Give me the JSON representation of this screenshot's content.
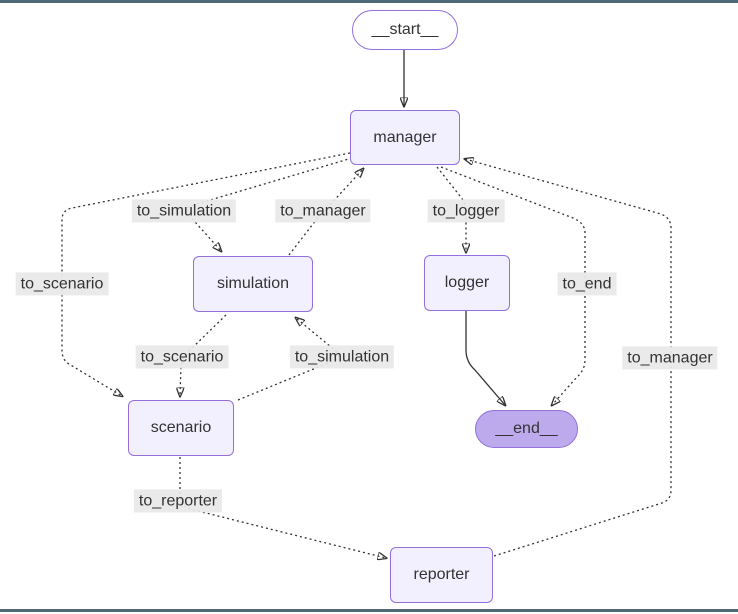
{
  "window": {
    "top_border_color": "#4e6a76",
    "bottom_border_color": "#4e6a76"
  },
  "diagram": {
    "type": "state-graph",
    "nodes": {
      "start": {
        "label": "__start__",
        "shape": "stadium"
      },
      "manager": {
        "label": "manager",
        "shape": "rect"
      },
      "simulation": {
        "label": "simulation",
        "shape": "rect"
      },
      "logger": {
        "label": "logger",
        "shape": "rect"
      },
      "scenario": {
        "label": "scenario",
        "shape": "rect"
      },
      "end": {
        "label": "__end__",
        "shape": "stadium-filled"
      },
      "reporter": {
        "label": "reporter",
        "shape": "rect"
      }
    },
    "edge_labels": {
      "manager_to_simulation": "to_simulation",
      "simulation_to_manager": "to_manager",
      "manager_to_logger": "to_logger",
      "manager_to_scenario": "to_scenario",
      "manager_to_end": "to_end",
      "simulation_to_scenario": "to_scenario",
      "scenario_to_simulation": "to_simulation",
      "scenario_to_reporter": "to_reporter",
      "reporter_to_manager": "to_manager"
    },
    "edges": [
      {
        "from": "__start__",
        "to": "manager",
        "label": "",
        "style": "solid"
      },
      {
        "from": "manager",
        "to": "simulation",
        "label": "to_simulation",
        "style": "dotted"
      },
      {
        "from": "simulation",
        "to": "manager",
        "label": "to_manager",
        "style": "dotted"
      },
      {
        "from": "manager",
        "to": "logger",
        "label": "to_logger",
        "style": "dotted"
      },
      {
        "from": "manager",
        "to": "scenario",
        "label": "to_scenario",
        "style": "dotted"
      },
      {
        "from": "simulation",
        "to": "scenario",
        "label": "to_scenario",
        "style": "dotted"
      },
      {
        "from": "scenario",
        "to": "simulation",
        "label": "to_simulation",
        "style": "dotted"
      },
      {
        "from": "logger",
        "to": "__end__",
        "label": "",
        "style": "solid"
      },
      {
        "from": "manager",
        "to": "__end__",
        "label": "to_end",
        "style": "dotted"
      },
      {
        "from": "scenario",
        "to": "reporter",
        "label": "to_reporter",
        "style": "dotted"
      },
      {
        "from": "reporter",
        "to": "manager",
        "label": "to_manager",
        "style": "dotted"
      }
    ],
    "colors": {
      "node_fill": "#f2f0ff",
      "node_border": "#9370db",
      "start_fill": "#ffffff",
      "end_fill": "#bcaaed",
      "edge_stroke": "#333333",
      "edge_label_bg": "#e8e8e8",
      "text": "#333333"
    }
  }
}
